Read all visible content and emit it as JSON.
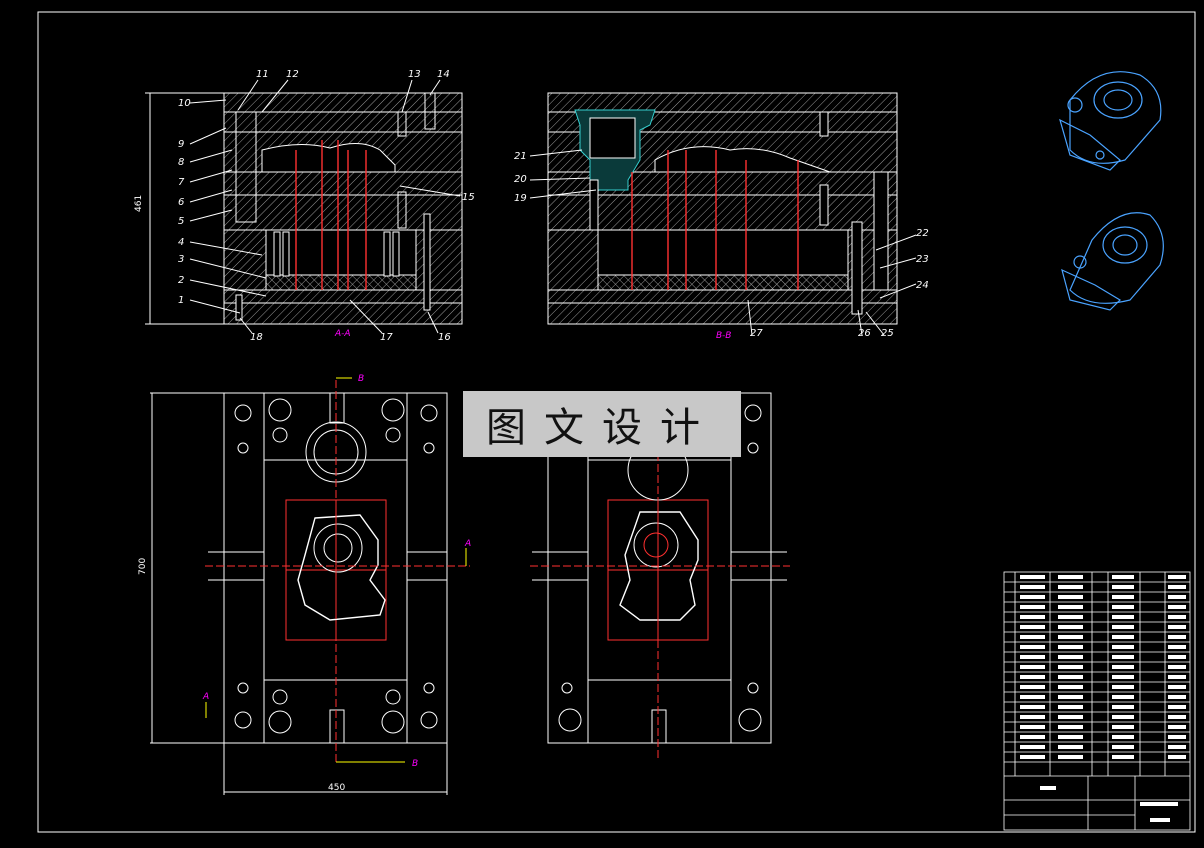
{
  "banner": {
    "text": "图文设计"
  },
  "dimensions": {
    "height_top": "461",
    "height_plan": "700",
    "width_plan": "450"
  },
  "sections": {
    "aa": "A-A",
    "bb": "B-B"
  },
  "part_numbers_left": [
    "10",
    "9",
    "8",
    "7",
    "6",
    "5",
    "4",
    "3",
    "2",
    "1"
  ],
  "part_numbers_top": [
    "11",
    "12",
    "13",
    "14"
  ],
  "part_numbers_bottom_a": [
    "18",
    "17",
    "16"
  ],
  "part_number_15": "15",
  "part_numbers_b_left": [
    "21",
    "20",
    "19"
  ],
  "part_numbers_b_right": [
    "22",
    "23",
    "24"
  ],
  "part_numbers_b_bottom": [
    "27",
    "26",
    "25"
  ],
  "section_markers": {
    "a": "A",
    "b": "B"
  },
  "colors": {
    "background": "#000000",
    "line": "#ffffff",
    "center": "#ff3030",
    "section": "#ff00ff",
    "part": "#4aa3ff",
    "marker": "#ffff00"
  }
}
